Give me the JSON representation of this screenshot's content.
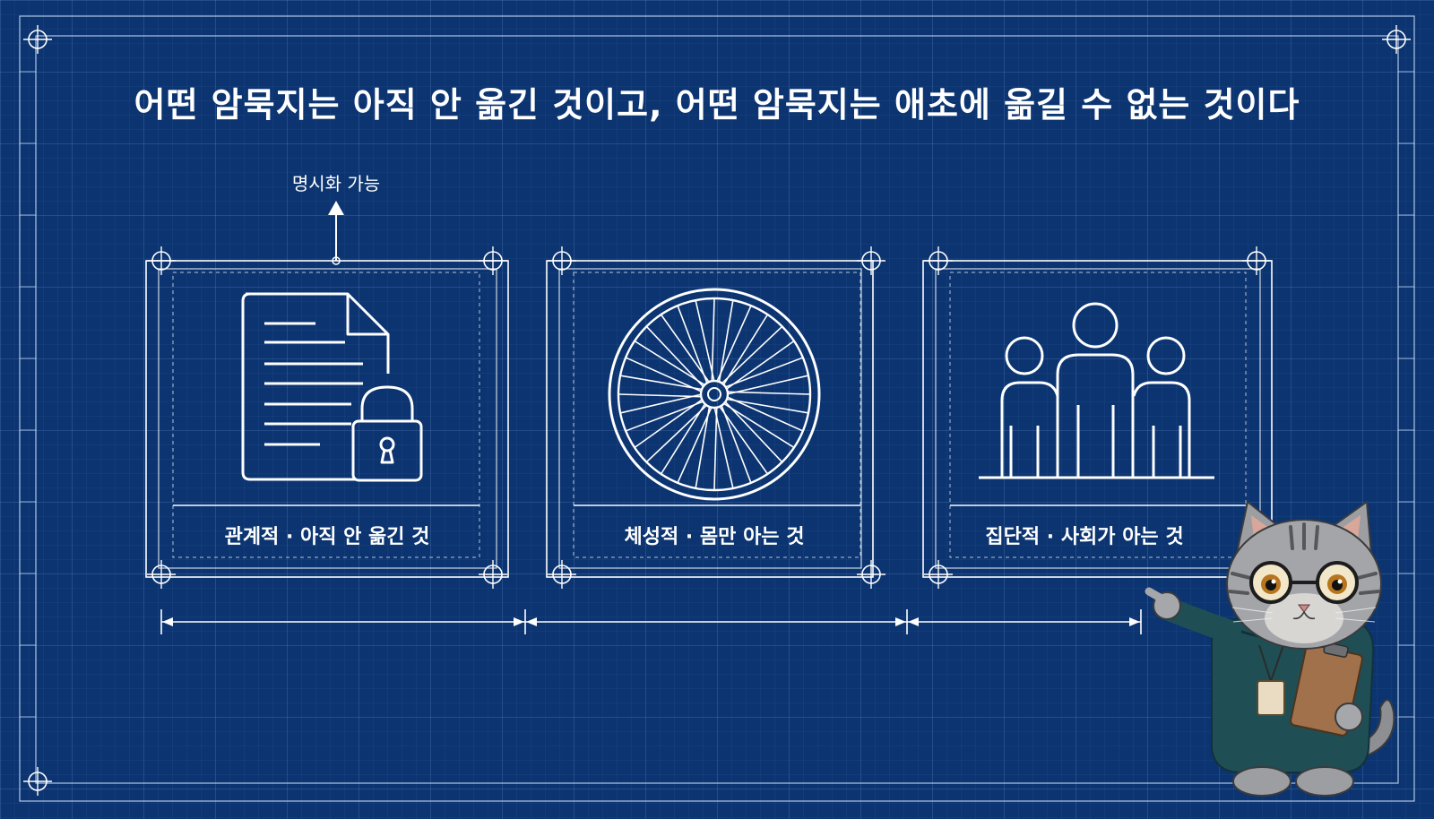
{
  "title": "어떤 암묵지는 아직 안 옮긴 것이고, 어떤 암묵지는 애초에 옮길 수 없는 것이다",
  "annotation": "명시화 가능",
  "cards": [
    {
      "icon": "locked-document-icon",
      "label": "관계적 · 아직 안 옮긴 것"
    },
    {
      "icon": "wheel-icon",
      "label": "체성적 · 몸만 아는 것"
    },
    {
      "icon": "people-group-icon",
      "label": "집단적 · 사회가 아는 것"
    }
  ],
  "colors": {
    "background": "#0b3470",
    "line": "#ffffff",
    "grid": "#3f6aaa"
  },
  "mascot": "cat-with-glasses-and-clipboard"
}
